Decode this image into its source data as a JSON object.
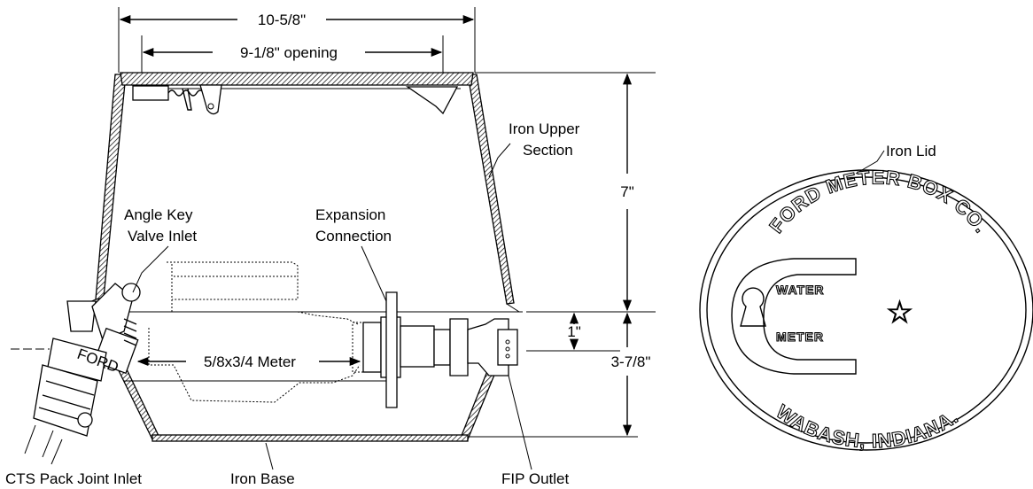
{
  "dimensions": {
    "top_width": "10-5/8\"",
    "opening": "9-1/8\" opening",
    "upper_height": "7\"",
    "meter_offset": "1\"",
    "lower_height": "3-7/8\""
  },
  "labels": {
    "iron_upper_line1": "Iron Upper",
    "iron_upper_line2": "Section",
    "angle_key_line1": "Angle Key",
    "angle_key_line2": "Valve Inlet",
    "expansion_line1": "Expansion",
    "expansion_line2": "Connection",
    "meter": "5/8x3/4 Meter",
    "cts_inlet": "CTS Pack Joint Inlet",
    "iron_base": "Iron Base",
    "fip_outlet": "FIP Outlet",
    "iron_lid": "Iron Lid",
    "valve_marking": "FORD"
  },
  "lid": {
    "arc_top": "FORD METER BOX CO.",
    "arc_bottom": "WABASH, INDIANA.",
    "word_water": "WATER",
    "word_meter": "METER",
    "star": "☆"
  }
}
